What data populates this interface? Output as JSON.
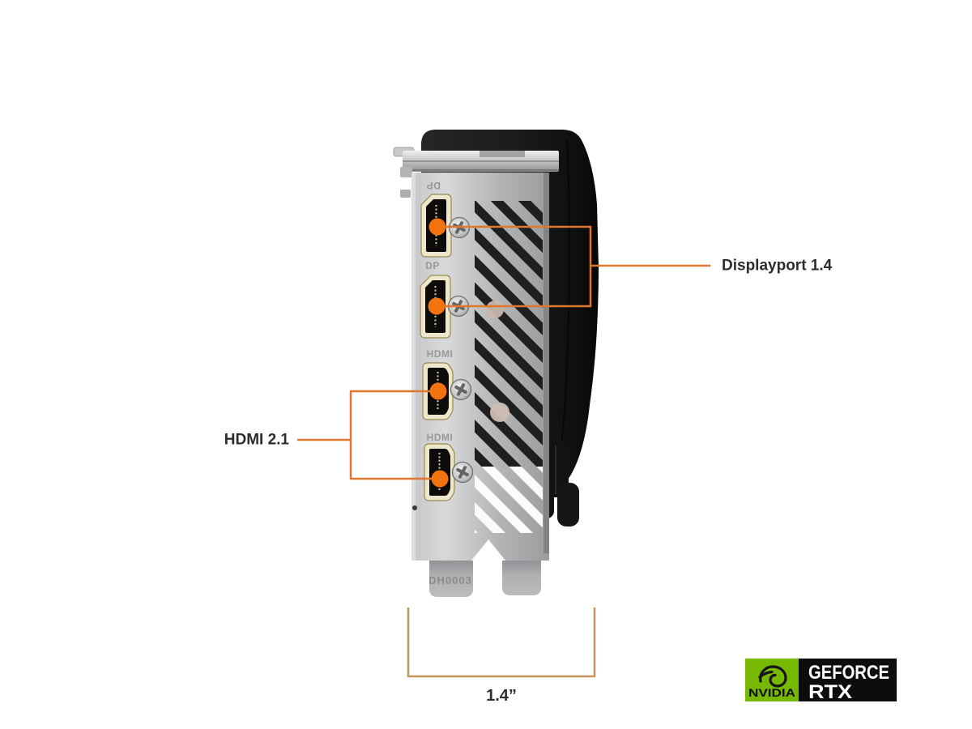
{
  "annotations": {
    "displayport_label": "Displayport 1.4",
    "hdmi_label": "HDMI 2.1",
    "width_dimension": "1.4”",
    "leader_color": "#e0772f",
    "dot_color": "#f3740e",
    "dimension_color": "#c6945f",
    "label_color": "#2d2d2d"
  },
  "card": {
    "ports": [
      {
        "type": "displayport",
        "stamp": "DP"
      },
      {
        "type": "displayport",
        "stamp": "DP"
      },
      {
        "type": "hdmi",
        "stamp": "HDMI"
      },
      {
        "type": "hdmi",
        "stamp": "HDMI"
      }
    ],
    "bracket_serial": "DH0003"
  },
  "badge": {
    "brand": "NVIDIA",
    "line1": "GEFORCE",
    "line2": "RTX",
    "green": "#76b900",
    "black": "#0d0d0d"
  }
}
